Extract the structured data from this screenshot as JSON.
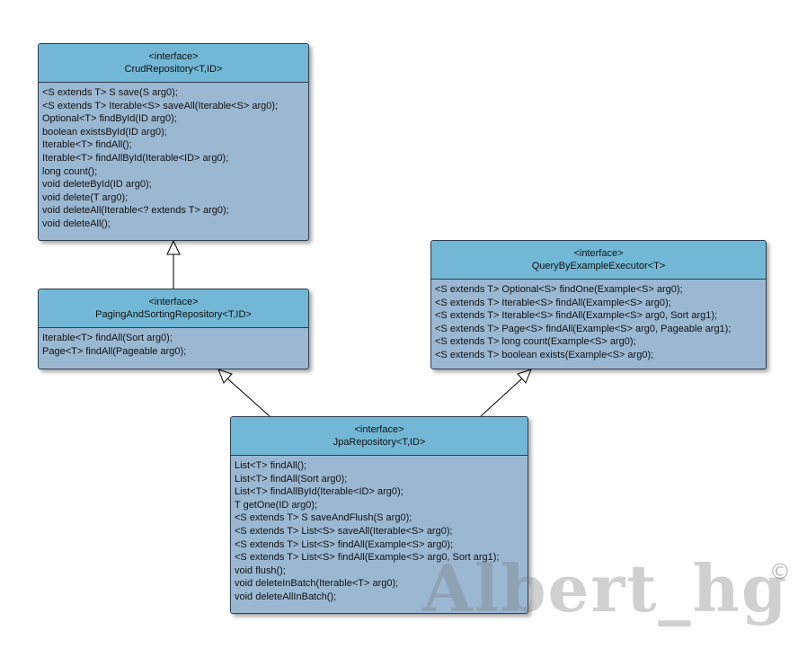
{
  "diagram": {
    "crud": {
      "stereotype": "<interface>",
      "name": "CrudRepository<T,ID>",
      "methods": [
        "<S extends T> S save(S arg0);",
        "<S extends T> Iterable<S> saveAll(Iterable<S> arg0);",
        "Optional<T> findById(ID arg0);",
        "boolean existsById(ID arg0);",
        "Iterable<T> findAll();",
        "Iterable<T> findAllById(Iterable<ID> arg0);",
        "long count();",
        "void deleteById(ID arg0);",
        "void delete(T arg0);",
        "void deleteAll(Iterable<? extends T> arg0);",
        "void deleteAll();"
      ]
    },
    "paging": {
      "stereotype": "<interface>",
      "name": "PagingAndSortingRepository<T,ID>",
      "methods": [
        "Iterable<T> findAll(Sort arg0);",
        "Page<T> findAll(Pageable arg0);"
      ]
    },
    "qbe": {
      "stereotype": "<interface>",
      "name": "QueryByExampleExecutor<T>",
      "methods": [
        "<S extends T> Optional<S> findOne(Example<S> arg0);",
        "<S extends T> Iterable<S> findAll(Example<S> arg0);",
        "<S extends T> Iterable<S> findAll(Example<S> arg0, Sort arg1);",
        "<S extends T> Page<S> findAll(Example<S> arg0, Pageable arg1);",
        "<S extends T> long count(Example<S> arg0);",
        "<S extends T> boolean exists(Example<S> arg0);"
      ]
    },
    "jpa": {
      "stereotype": "<interface>",
      "name": "JpaRepository<T,ID>",
      "methods": [
        "List<T> findAll();",
        "List<T> findAll(Sort arg0);",
        "List<T> findAllById(Iterable<ID> arg0);",
        "T getOne(ID arg0);",
        "<S extends T> S saveAndFlush(S arg0);",
        "<S extends T> List<S> saveAll(Iterable<S> arg0);",
        "<S extends T> List<S> findAll(Example<S> arg0);",
        "<S extends T> List<S> findAll(Example<S> arg0, Sort arg1);",
        "void flush();",
        "void deleteInBatch(Iterable<T> arg0);",
        "void deleteAllInBatch();"
      ]
    }
  },
  "watermark": {
    "text": "Albert_hg",
    "symbol": "©"
  },
  "colors": {
    "header": "#72b8d6",
    "body": "#9bb8d3",
    "border": "#2c3e50"
  }
}
